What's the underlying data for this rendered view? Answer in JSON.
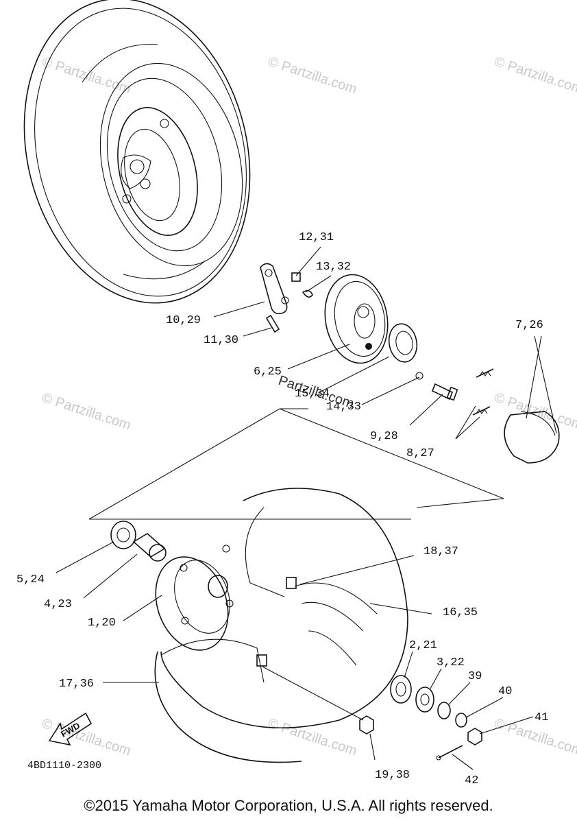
{
  "watermark": {
    "text": "© Partzilla.com",
    "center_text": "Partzilla.com"
  },
  "labels": {
    "l12_31": "12,31",
    "l13_32": "13,32",
    "l10_29": "10,29",
    "l11_30": "11,30",
    "l6_25": "6,25",
    "l15_34": "15,34",
    "l14_33": "14,33",
    "l7_26": "7,26",
    "l9_28": "9,28",
    "l8_27": "8,27",
    "l5_24": "5,24",
    "l4_23": "4,23",
    "l1_20": "1,20",
    "l18_37": "18,37",
    "l16_35": "16,35",
    "l2_21": "2,21",
    "l3_22": "3,22",
    "l39": "39",
    "l40": "40",
    "l41": "41",
    "l17_36": "17,36",
    "l19_38": "19,38",
    "l42": "42"
  },
  "fwd_label": "FWD",
  "diagram_code": "4BD1110-2300",
  "copyright": "©2015 Yamaha Motor Corporation, U.S.A. All rights reserved."
}
